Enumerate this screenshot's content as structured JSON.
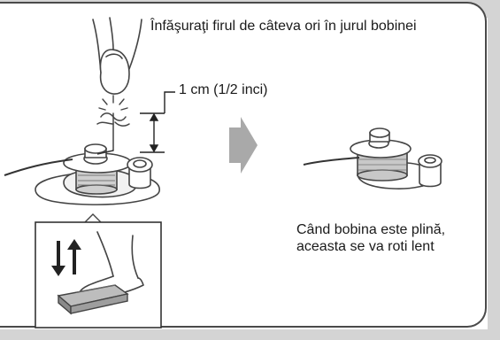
{
  "instructions": {
    "wrap_thread": "Înfăşuraţi firul de câteva ori în jurul bobinei",
    "measurement": "1 cm (1/2 inci)",
    "bobbin_full": "Când bobina este plină, aceasta se va roti lent"
  }
}
